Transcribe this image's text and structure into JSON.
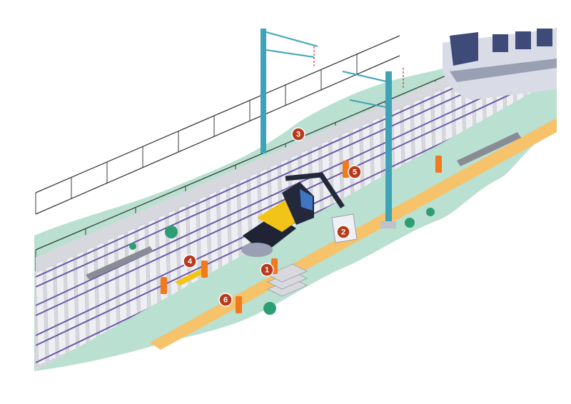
{
  "markers": [
    {
      "label": "1",
      "name": "step-1-ballast-workers"
    },
    {
      "label": "2",
      "name": "step-2-ballast-bag"
    },
    {
      "label": "3",
      "name": "step-3-catenary-mast"
    },
    {
      "label": "4",
      "name": "step-4-rail-trolley"
    },
    {
      "label": "5",
      "name": "step-5-signal-worker"
    },
    {
      "label": "6",
      "name": "step-6-inspection-worker"
    }
  ],
  "colors": {
    "grass": "#b9e0d0",
    "platform": "#f6c36b",
    "rail": "#6b5aa8",
    "sleeper": "#e3e4ea",
    "mast": "#3fa3b8",
    "marker": "#b83a1d",
    "excavator": "#f2c417",
    "worker": "#f07a1e"
  }
}
